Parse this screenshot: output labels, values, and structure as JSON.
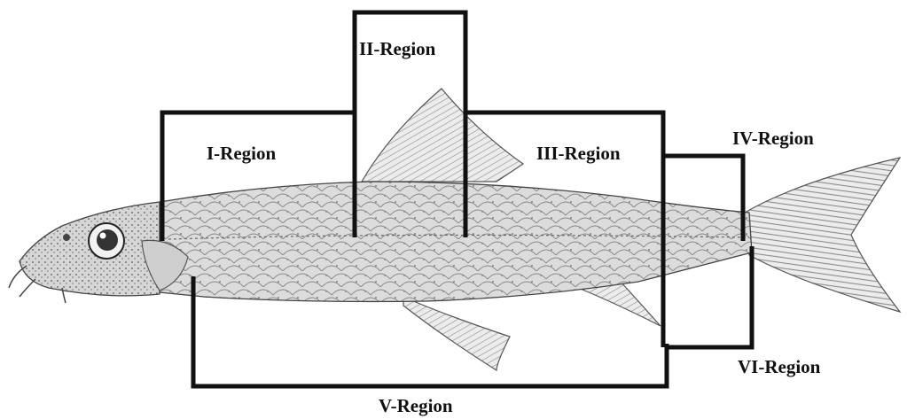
{
  "figure": {
    "regions": [
      {
        "id": "r1",
        "label": "I-Region"
      },
      {
        "id": "r2",
        "label": "II-Region"
      },
      {
        "id": "r3",
        "label": "III-Region"
      },
      {
        "id": "r4",
        "label": "IV-Region"
      },
      {
        "id": "r5",
        "label": "V-Region"
      },
      {
        "id": "r6",
        "label": "VI-Region"
      }
    ],
    "colors": {
      "outline": "#111111",
      "fish_body": "#d8d8d8",
      "fin": "#e4e4e4",
      "background": "#ffffff"
    }
  }
}
